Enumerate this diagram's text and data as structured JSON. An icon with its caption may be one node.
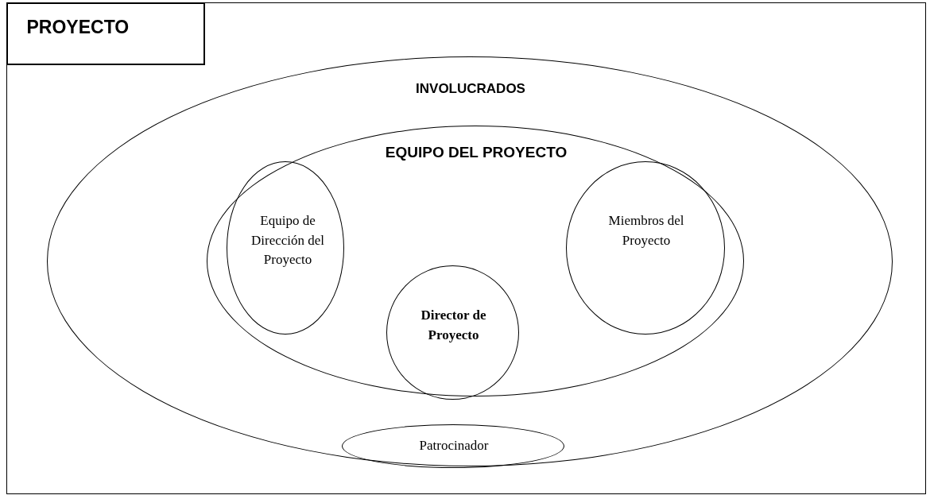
{
  "diagram": {
    "nodes": [
      {
        "text": [
          "PROYECTO"
        ]
      },
      {
        "text": [
          "INVOLUCRADOS"
        ],
        "in": 0
      },
      {
        "text": [
          "EQUIPO DEL PROYECTO"
        ],
        "in": 1
      },
      {
        "text": [
          "Equipo de Dirección del Proyecto"
        ],
        "in": 2
      },
      {
        "text": [
          "Director de Proyecto"
        ],
        "in": 2
      },
      {
        "text": [
          "Miembros del Proyecto"
        ],
        "in": 2
      },
      {
        "text": [
          "Patrocinador"
        ],
        "in": 1
      }
    ]
  }
}
